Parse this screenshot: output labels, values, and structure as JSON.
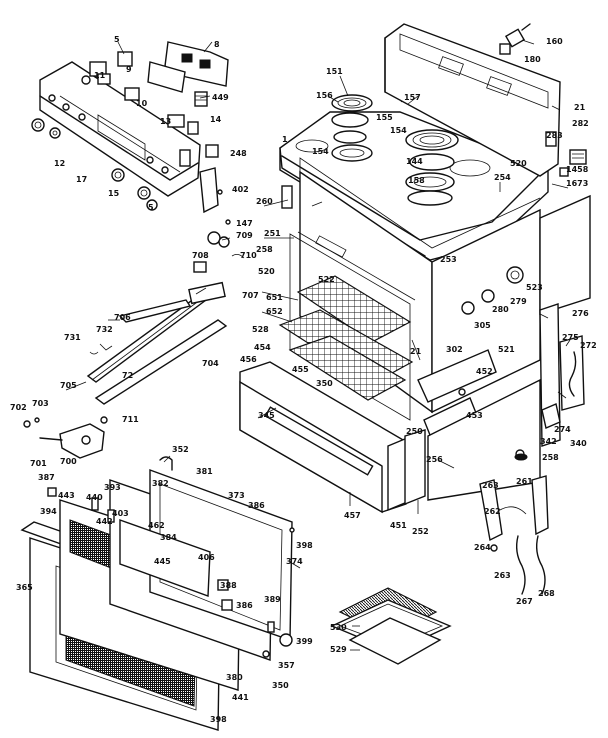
{
  "diagram": {
    "labels": [
      {
        "id": "lbl-5",
        "text": "5"
      },
      {
        "id": "lbl-8",
        "text": "8"
      },
      {
        "id": "lbl-9",
        "text": "9"
      },
      {
        "id": "lbl-11",
        "text": "11"
      },
      {
        "id": "lbl-10",
        "text": "10"
      },
      {
        "id": "lbl-449",
        "text": "449"
      },
      {
        "id": "lbl-13",
        "text": "13"
      },
      {
        "id": "lbl-14",
        "text": "14"
      },
      {
        "id": "lbl-12",
        "text": "12"
      },
      {
        "id": "lbl-17",
        "text": "17"
      },
      {
        "id": "lbl-15",
        "text": "15"
      },
      {
        "id": "lbl-5b",
        "text": "5"
      },
      {
        "id": "lbl-248",
        "text": "248"
      },
      {
        "id": "lbl-402",
        "text": "402"
      },
      {
        "id": "lbl-147",
        "text": "147"
      },
      {
        "id": "lbl-151",
        "text": "151"
      },
      {
        "id": "lbl-156",
        "text": "156"
      },
      {
        "id": "lbl-157",
        "text": "157"
      },
      {
        "id": "lbl-155",
        "text": "155"
      },
      {
        "id": "lbl-154",
        "text": "154"
      },
      {
        "id": "lbl-1",
        "text": "1"
      },
      {
        "id": "lbl-154b",
        "text": "154"
      },
      {
        "id": "lbl-144",
        "text": "144"
      },
      {
        "id": "lbl-158",
        "text": "158"
      },
      {
        "id": "lbl-160",
        "text": "160"
      },
      {
        "id": "lbl-180",
        "text": "180"
      },
      {
        "id": "lbl-21",
        "text": "21"
      },
      {
        "id": "lbl-282",
        "text": "282"
      },
      {
        "id": "lbl-283",
        "text": "283"
      },
      {
        "id": "lbl-520",
        "text": "520"
      },
      {
        "id": "lbl-1458",
        "text": "1458"
      },
      {
        "id": "lbl-1673",
        "text": "1673"
      },
      {
        "id": "lbl-254",
        "text": "254"
      },
      {
        "id": "lbl-260",
        "text": "260"
      },
      {
        "id": "lbl-251",
        "text": "251"
      },
      {
        "id": "lbl-709",
        "text": "709"
      },
      {
        "id": "lbl-258",
        "text": "258"
      },
      {
        "id": "lbl-710",
        "text": "710"
      },
      {
        "id": "lbl-520b",
        "text": "520"
      },
      {
        "id": "lbl-253",
        "text": "253"
      },
      {
        "id": "lbl-708",
        "text": "708"
      },
      {
        "id": "lbl-707",
        "text": "707"
      },
      {
        "id": "lbl-651",
        "text": "651"
      },
      {
        "id": "lbl-522",
        "text": "522"
      },
      {
        "id": "lbl-652",
        "text": "652"
      },
      {
        "id": "lbl-279",
        "text": "279"
      },
      {
        "id": "lbl-280",
        "text": "280"
      },
      {
        "id": "lbl-523",
        "text": "523"
      },
      {
        "id": "lbl-276",
        "text": "276"
      },
      {
        "id": "lbl-706",
        "text": "706"
      },
      {
        "id": "lbl-528",
        "text": "528"
      },
      {
        "id": "lbl-305",
        "text": "305"
      },
      {
        "id": "lbl-302",
        "text": "302"
      },
      {
        "id": "lbl-521",
        "text": "521"
      },
      {
        "id": "lbl-275",
        "text": "275"
      },
      {
        "id": "lbl-731",
        "text": "731"
      },
      {
        "id": "lbl-732",
        "text": "732"
      },
      {
        "id": "lbl-454",
        "text": "454"
      },
      {
        "id": "lbl-456",
        "text": "456"
      },
      {
        "id": "lbl-21b",
        "text": "21"
      },
      {
        "id": "lbl-704",
        "text": "704"
      },
      {
        "id": "lbl-272",
        "text": "272"
      },
      {
        "id": "lbl-455",
        "text": "455"
      },
      {
        "id": "lbl-350",
        "text": "350"
      },
      {
        "id": "lbl-452",
        "text": "452"
      },
      {
        "id": "lbl-705",
        "text": "705"
      },
      {
        "id": "lbl-72",
        "text": "72"
      },
      {
        "id": "lbl-345",
        "text": "345"
      },
      {
        "id": "lbl-453",
        "text": "453"
      },
      {
        "id": "lbl-702",
        "text": "702"
      },
      {
        "id": "lbl-703",
        "text": "703"
      },
      {
        "id": "lbl-711",
        "text": "711"
      },
      {
        "id": "lbl-274",
        "text": "274"
      },
      {
        "id": "lbl-342",
        "text": "342"
      },
      {
        "id": "lbl-340",
        "text": "340"
      },
      {
        "id": "lbl-701",
        "text": "701"
      },
      {
        "id": "lbl-700",
        "text": "700"
      },
      {
        "id": "lbl-250",
        "text": "250"
      },
      {
        "id": "lbl-258b",
        "text": "258"
      },
      {
        "id": "lbl-352",
        "text": "352"
      },
      {
        "id": "lbl-381",
        "text": "381"
      },
      {
        "id": "lbl-256",
        "text": "256"
      },
      {
        "id": "lbl-382",
        "text": "382"
      },
      {
        "id": "lbl-373",
        "text": "373"
      },
      {
        "id": "lbl-263",
        "text": "263"
      },
      {
        "id": "lbl-261",
        "text": "261"
      },
      {
        "id": "lbl-387",
        "text": "387"
      },
      {
        "id": "lbl-443",
        "text": "443"
      },
      {
        "id": "lbl-440",
        "text": "440"
      },
      {
        "id": "lbl-393",
        "text": "393"
      },
      {
        "id": "lbl-386",
        "text": "386"
      },
      {
        "id": "lbl-457",
        "text": "457"
      },
      {
        "id": "lbl-451",
        "text": "451"
      },
      {
        "id": "lbl-252",
        "text": "252"
      },
      {
        "id": "lbl-262",
        "text": "262"
      },
      {
        "id": "lbl-394",
        "text": "394"
      },
      {
        "id": "lbl-403",
        "text": "403"
      },
      {
        "id": "lbl-442",
        "text": "442"
      },
      {
        "id": "lbl-462",
        "text": "462"
      },
      {
        "id": "lbl-384",
        "text": "384"
      },
      {
        "id": "lbl-374",
        "text": "374"
      },
      {
        "id": "lbl-398",
        "text": "398"
      },
      {
        "id": "lbl-264",
        "text": "264"
      },
      {
        "id": "lbl-445",
        "text": "445"
      },
      {
        "id": "lbl-406",
        "text": "406"
      },
      {
        "id": "lbl-263b",
        "text": "263"
      },
      {
        "id": "lbl-267",
        "text": "267"
      },
      {
        "id": "lbl-268",
        "text": "268"
      },
      {
        "id": "lbl-365",
        "text": "365"
      },
      {
        "id": "lbl-388",
        "text": "388"
      },
      {
        "id": "lbl-386b",
        "text": "386"
      },
      {
        "id": "lbl-389",
        "text": "389"
      },
      {
        "id": "lbl-399",
        "text": "399"
      },
      {
        "id": "lbl-530",
        "text": "530"
      },
      {
        "id": "lbl-529",
        "text": "529"
      },
      {
        "id": "lbl-357",
        "text": "357"
      },
      {
        "id": "lbl-350b",
        "text": "350"
      },
      {
        "id": "lbl-380",
        "text": "380"
      },
      {
        "id": "lbl-441",
        "text": "441"
      },
      {
        "id": "lbl-398b",
        "text": "398"
      }
    ]
  }
}
